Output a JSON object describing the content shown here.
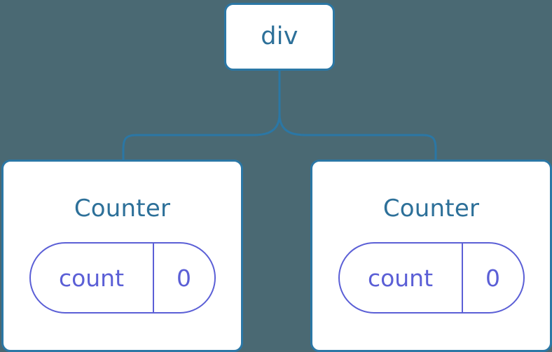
{
  "diagram": {
    "type": "component-tree",
    "background_color": "#4a6973",
    "node_border_color": "#2b77a5",
    "node_title_color": "#2d7099",
    "state_accent_color": "#5b5fd6",
    "connector_color": "#2b77a5",
    "root": {
      "label": "div",
      "name": "root-node"
    },
    "children": [
      {
        "label": "Counter",
        "name": "counter-node-left",
        "state": {
          "key": "count",
          "value": "0"
        }
      },
      {
        "label": "Counter",
        "name": "counter-node-right",
        "state": {
          "key": "count",
          "value": "0"
        }
      }
    ]
  }
}
